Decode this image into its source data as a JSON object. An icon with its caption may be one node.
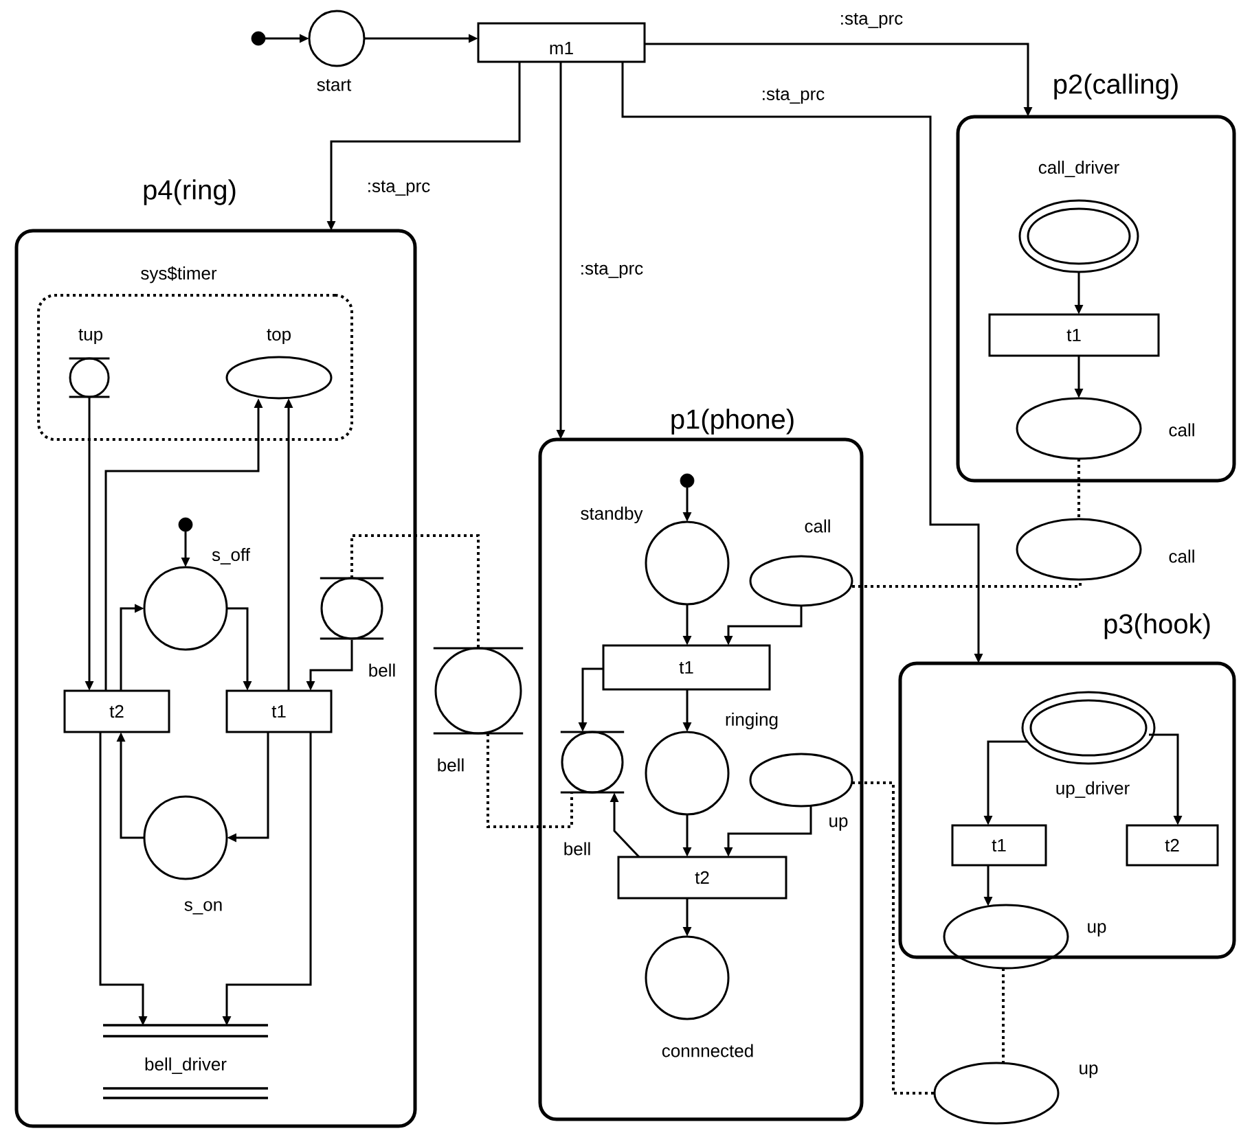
{
  "diagram": {
    "nodes": [
      {
        "text": [],
        "shape": "dot"
      },
      {
        "text": [
          "start"
        ]
      },
      {
        "text": [
          "m1"
        ]
      },
      {
        "text": [
          "p4(ring)"
        ]
      },
      {
        "text": [
          "sys$timer"
        ],
        "in": 3
      },
      {
        "text": [
          "tup"
        ],
        "in": 4
      },
      {
        "text": [
          "top"
        ],
        "in": 4
      },
      {
        "text": [],
        "shape": "dot",
        "in": 3
      },
      {
        "text": [
          "s_off"
        ],
        "in": 3
      },
      {
        "text": [
          "t2"
        ],
        "in": 3
      },
      {
        "text": [
          "t1"
        ],
        "in": 3
      },
      {
        "text": [
          "bell"
        ],
        "in": 3
      },
      {
        "text": [
          "s_on"
        ],
        "in": 3
      },
      {
        "text": [
          "bell_driver"
        ],
        "in": 3
      },
      {
        "text": [
          "p1(phone)"
        ]
      },
      {
        "text": [],
        "shape": "dot",
        "in": 14
      },
      {
        "text": [
          "standby"
        ],
        "in": 14
      },
      {
        "text": [
          "call"
        ],
        "in": 14
      },
      {
        "text": [
          "t1"
        ],
        "in": 14
      },
      {
        "text": [
          "bell"
        ],
        "in": 14
      },
      {
        "text": [
          "ringing"
        ],
        "in": 14
      },
      {
        "text": [
          "up"
        ],
        "in": 14
      },
      {
        "text": [
          "t2"
        ],
        "in": 14
      },
      {
        "text": [
          "connnected"
        ],
        "in": 14
      },
      {
        "text": [
          "bell"
        ]
      },
      {
        "text": [
          "p2(calling)"
        ]
      },
      {
        "text": [
          "call_driver"
        ],
        "in": 25
      },
      {
        "text": [
          "t1"
        ],
        "in": 25
      },
      {
        "text": [
          "call"
        ],
        "in": 25
      },
      {
        "text": [
          "call"
        ]
      },
      {
        "text": [
          "p3(hook)"
        ]
      },
      {
        "text": [
          "up_driver"
        ],
        "in": 30
      },
      {
        "text": [
          "t1"
        ],
        "in": 30
      },
      {
        "text": [
          "t2"
        ],
        "in": 30
      },
      {
        "text": [
          "up"
        ],
        "in": 30
      },
      {
        "text": [
          "up"
        ]
      }
    ],
    "edges": [
      {
        "from": 0,
        "to": 1,
        "arrow": "to"
      },
      {
        "from": 1,
        "to": 2,
        "arrow": "to"
      },
      {
        "from": 2,
        "to": 25,
        "arrow": "to",
        "label": ":sta_prc"
      },
      {
        "from": 2,
        "to": 30,
        "arrow": "to",
        "label": ":sta_prc"
      },
      {
        "from": 2,
        "to": 14,
        "arrow": "to",
        "label": ":sta_prc"
      },
      {
        "from": 2,
        "to": 3,
        "arrow": "to",
        "label": ":sta_prc"
      },
      {
        "from": 5,
        "to": 9,
        "arrow": "to"
      },
      {
        "from": 9,
        "to": 6,
        "arrow": "to"
      },
      {
        "from": 10,
        "to": 6,
        "arrow": "to"
      },
      {
        "from": 9,
        "to": 8,
        "arrow": "to"
      },
      {
        "from": 8,
        "to": 10,
        "arrow": "to"
      },
      {
        "from": 11,
        "to": 10,
        "arrow": "to"
      },
      {
        "from": 10,
        "to": 12,
        "arrow": "to"
      },
      {
        "from": 12,
        "to": 9,
        "arrow": "to"
      },
      {
        "from": 9,
        "to": 13,
        "arrow": "to"
      },
      {
        "from": 10,
        "to": 13,
        "arrow": "to"
      },
      {
        "from": 11,
        "to": 24,
        "arrow": "none",
        "style": "dashed"
      },
      {
        "from": 24,
        "to": 19,
        "arrow": "none",
        "style": "dashed"
      },
      {
        "from": 7,
        "to": 8,
        "arrow": "to"
      },
      {
        "from": 15,
        "to": 16,
        "arrow": "to"
      },
      {
        "from": 16,
        "to": 18,
        "arrow": "to"
      },
      {
        "from": 17,
        "to": 18,
        "arrow": "to"
      },
      {
        "from": 18,
        "to": 19,
        "arrow": "to"
      },
      {
        "from": 18,
        "to": 20,
        "arrow": "to"
      },
      {
        "from": 20,
        "to": 22,
        "arrow": "to"
      },
      {
        "from": 21,
        "to": 22,
        "arrow": "to"
      },
      {
        "from": 22,
        "to": 19,
        "arrow": "to"
      },
      {
        "from": 22,
        "to": 23,
        "arrow": "to"
      },
      {
        "from": 17,
        "to": 29,
        "arrow": "none",
        "style": "dashed"
      },
      {
        "from": 21,
        "to": 35,
        "arrow": "none",
        "style": "dashed"
      },
      {
        "from": 26,
        "to": 27,
        "arrow": "to"
      },
      {
        "from": 27,
        "to": 28,
        "arrow": "to"
      },
      {
        "from": 28,
        "to": 29,
        "arrow": "none",
        "style": "dashed"
      },
      {
        "from": 31,
        "to": 32,
        "arrow": "to"
      },
      {
        "from": 31,
        "to": 33,
        "arrow": "to"
      },
      {
        "from": 32,
        "to": 34,
        "arrow": "to"
      },
      {
        "from": 34,
        "to": 35,
        "arrow": "none",
        "style": "dashed"
      }
    ]
  }
}
